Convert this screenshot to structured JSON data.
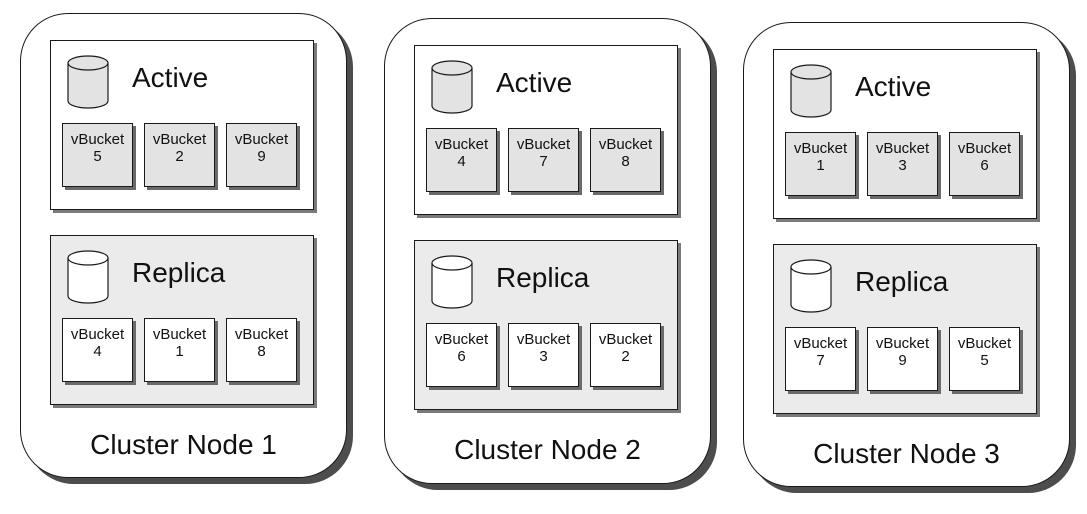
{
  "nodes": [
    {
      "label": "Cluster Node 1",
      "active": {
        "title": "Active",
        "vbuckets": [
          {
            "label": "vBucket",
            "number": "5"
          },
          {
            "label": "vBucket",
            "number": "2"
          },
          {
            "label": "vBucket",
            "number": "9"
          }
        ]
      },
      "replica": {
        "title": "Replica",
        "vbuckets": [
          {
            "label": "vBucket",
            "number": "4"
          },
          {
            "label": "vBucket",
            "number": "1"
          },
          {
            "label": "vBucket",
            "number": "8"
          }
        ]
      }
    },
    {
      "label": "Cluster Node 2",
      "active": {
        "title": "Active",
        "vbuckets": [
          {
            "label": "vBucket",
            "number": "4"
          },
          {
            "label": "vBucket",
            "number": "7"
          },
          {
            "label": "vBucket",
            "number": "8"
          }
        ]
      },
      "replica": {
        "title": "Replica",
        "vbuckets": [
          {
            "label": "vBucket",
            "number": "6"
          },
          {
            "label": "vBucket",
            "number": "3"
          },
          {
            "label": "vBucket",
            "number": "2"
          }
        ]
      }
    },
    {
      "label": "Cluster Node 3",
      "active": {
        "title": "Active",
        "vbuckets": [
          {
            "label": "vBucket",
            "number": "1"
          },
          {
            "label": "vBucket",
            "number": "3"
          },
          {
            "label": "vBucket",
            "number": "6"
          }
        ]
      },
      "replica": {
        "title": "Replica",
        "vbuckets": [
          {
            "label": "vBucket",
            "number": "7"
          },
          {
            "label": "vBucket",
            "number": "9"
          },
          {
            "label": "vBucket",
            "number": "5"
          }
        ]
      }
    }
  ],
  "icons": {
    "panel_icon": "database-cylinder-icon"
  },
  "colors": {
    "active_vbucket_fill": "#e3e3e3",
    "replica_panel_fill": "#ebebeb",
    "outline": "#1a1a1a"
  }
}
